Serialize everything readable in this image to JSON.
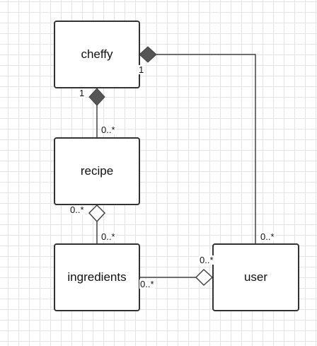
{
  "classes": {
    "cheffy": "cheffy",
    "recipe": "recipe",
    "ingredients": "ingredients",
    "user": "user"
  },
  "relations": [
    {
      "from": "cheffy",
      "to": "recipe",
      "kind": "composition",
      "from_mult": "1",
      "to_mult": "0..*"
    },
    {
      "from": "cheffy",
      "to": "user",
      "kind": "composition",
      "from_mult": "1",
      "to_mult": "0..*"
    },
    {
      "from": "recipe",
      "to": "ingredients",
      "kind": "aggregation",
      "from_mult": "0..*",
      "to_mult": "0..*"
    },
    {
      "from": "user",
      "to": "ingredients",
      "kind": "aggregation",
      "from_mult": "0..*",
      "to_mult": "0..*"
    }
  ],
  "labels": {
    "cheffy_user_one": "1",
    "cheffy_recipe_one": "1",
    "recipe_from_cheffy": "0..*",
    "recipe_to_ingredients": "0..*",
    "ingredients_from_recipe": "0..*",
    "ingredients_to_user": "0..*",
    "user_from_ingredients": "0..*",
    "user_from_cheffy": "0..*"
  },
  "colors": {
    "line": "#444444",
    "border": "#333333",
    "filled_diamond": "#555555",
    "hollow_diamond": "#ffffff",
    "grid": "#e3e3e3"
  }
}
